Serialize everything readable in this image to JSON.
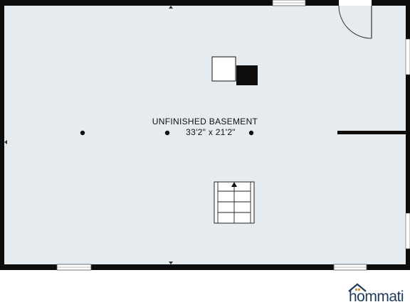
{
  "room": {
    "name": "UNFINISHED BASEMENT",
    "dimensions": "33'2\" x 21'2\""
  },
  "brand": {
    "name": "hommati"
  },
  "colors": {
    "floor": "#e5ebef",
    "wall": "#0d0d0d",
    "window": "#ffffff",
    "logo_text": "#1f3a5a",
    "logo_roof": "#e58b22"
  },
  "icons": {
    "stairs": "staircase-icon",
    "fixture": "appliance-icon",
    "logo": "house-logo-icon"
  }
}
